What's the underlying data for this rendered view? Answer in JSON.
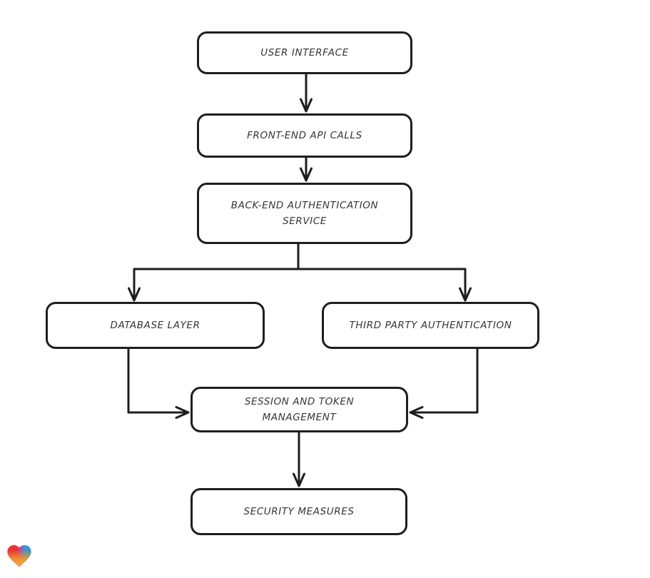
{
  "diagram": {
    "type": "flowchart",
    "style": "hand-drawn",
    "background_color": "#ffffff",
    "stroke_color": "#1e1e1e",
    "node_fill_color": "#ffffff",
    "text_color": "#363636",
    "nodes": [
      {
        "id": "user-interface",
        "label": "USER INTERFACE"
      },
      {
        "id": "front-end-api-calls",
        "label": "FRONT-END API CALLS"
      },
      {
        "id": "back-end-authentication-service",
        "label": "BACK-END AUTHENTICATION\nSERVICE"
      },
      {
        "id": "database-layer",
        "label": "DATABASE LAYER"
      },
      {
        "id": "third-party-authentication",
        "label": "THIRD PARTY AUTHENTICATION"
      },
      {
        "id": "session-and-token-management",
        "label": "SESSION AND TOKEN\nMANAGEMENT"
      },
      {
        "id": "security-measures",
        "label": "SECURITY MEASURES"
      }
    ],
    "edges": [
      {
        "from": "user-interface",
        "to": "front-end-api-calls"
      },
      {
        "from": "front-end-api-calls",
        "to": "back-end-authentication-service"
      },
      {
        "from": "back-end-authentication-service",
        "to": "database-layer"
      },
      {
        "from": "back-end-authentication-service",
        "to": "third-party-authentication"
      },
      {
        "from": "database-layer",
        "to": "session-and-token-management"
      },
      {
        "from": "third-party-authentication",
        "to": "session-and-token-management"
      },
      {
        "from": "session-and-token-management",
        "to": "security-measures"
      }
    ],
    "logo": {
      "name": "gradient-heart-logo",
      "colors": [
        "#e63230",
        "#2ba3cd",
        "#f6992f"
      ]
    }
  }
}
